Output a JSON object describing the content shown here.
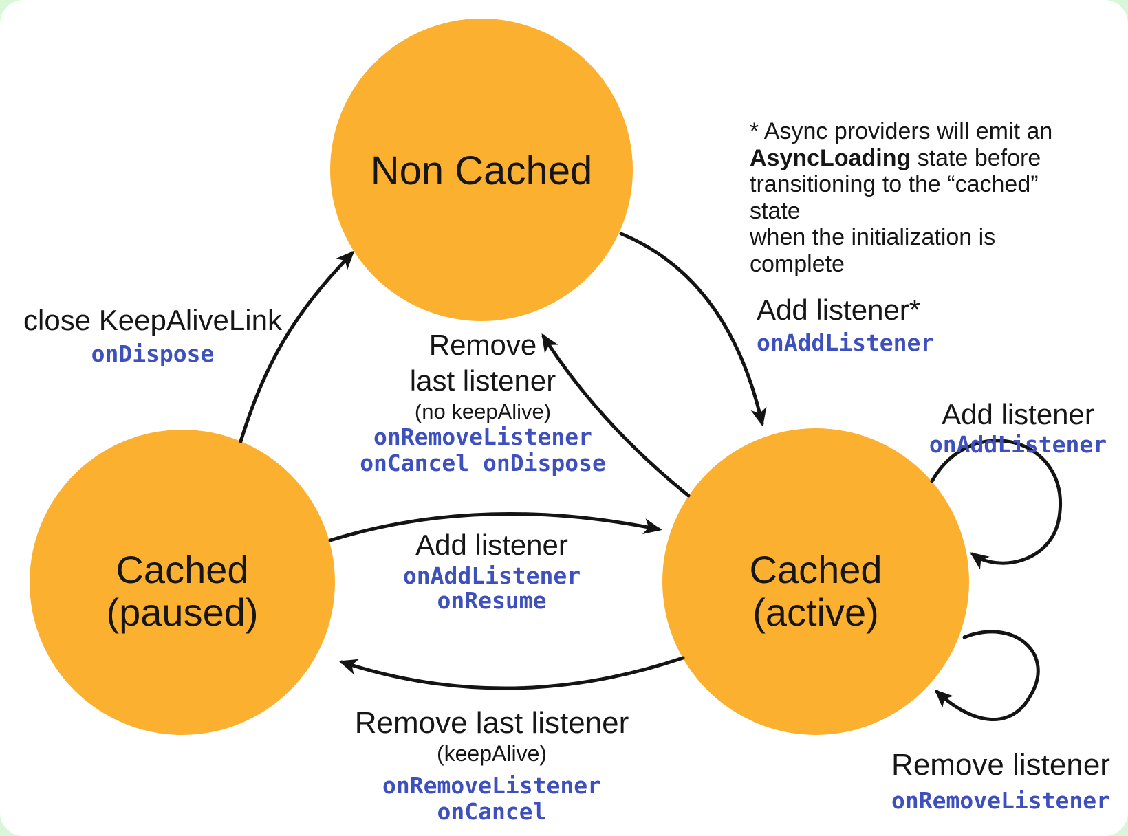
{
  "colors": {
    "c-circle": "#FBB030",
    "c-code": "#3E50BE",
    "c-arrow": "#141414",
    "c-ink": "#161616",
    "c-frame": "#d8f6d8",
    "c-card": "#ffffff"
  },
  "states": {
    "non_cached": {
      "label": "Non Cached"
    },
    "cached_paused": {
      "line1": "Cached",
      "line2": "(paused)"
    },
    "cached_active": {
      "line1": "Cached",
      "line2": "(active)"
    }
  },
  "annotation": {
    "line1": "* Async providers will emit an",
    "bold_word": "AsyncLoading",
    "line2_rest": " state before",
    "line3": "transitioning to the “cached” state",
    "line4": "when the initialization is complete"
  },
  "transitions": {
    "close_keepalive": {
      "label": "close KeepAliveLink",
      "code": "onDispose"
    },
    "add_listener_to_active": {
      "label": "Add listener*",
      "code": "onAddListener"
    },
    "remove_last_no_keepalive": {
      "line1": "Remove",
      "line2": "last listener",
      "qualifier": "(no keepAlive)",
      "code1": "onRemoveListener",
      "code2": "onCancel onDispose"
    },
    "add_listener_resume": {
      "label": "Add listener",
      "code1": "onAddListener",
      "code2": "onResume"
    },
    "remove_last_keepalive": {
      "label": "Remove last listener",
      "qualifier": "(keepAlive)",
      "code1": "onRemoveListener",
      "code2": "onCancel"
    },
    "add_listener_self": {
      "label": "Add listener",
      "code": "onAddListener"
    },
    "remove_listener_self": {
      "label": "Remove listener",
      "code": "onRemoveListener"
    }
  }
}
